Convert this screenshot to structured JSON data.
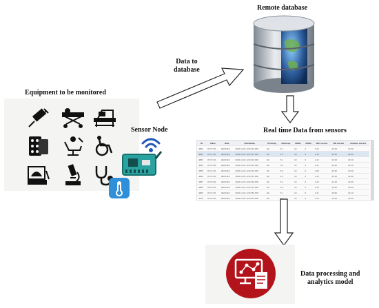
{
  "labels": {
    "equipment": "Equipment to be monitored",
    "sensor_node": "Sensor Node",
    "data_to_database": "Data to\ndatabase",
    "remote_database": "Remote database",
    "realtime": "Real time Data from sensors",
    "processing": "Data processing and\nanalytics model"
  },
  "equipment_icons": [
    "syringe-icon",
    "stretcher-icon",
    "hospital-bed-icon",
    "pill-pack-icon",
    "dental-chair-icon",
    "wheelchair-icon",
    "ultrasound-icon",
    "microscope-icon",
    "stethoscope-icon"
  ],
  "sensor_icons": [
    "wifi-icon",
    "circuit-board-icon",
    "thermometer-icon"
  ],
  "table": {
    "headers": [
      "ID",
      "Value",
      "Date",
      "TimeStamp",
      "ECGsmp",
      "EGGsmp",
      "EMGs",
      "ESRS",
      "RIC current",
      "PM current",
      "Ambient current"
    ],
    "rows": [
      [
        "4861",
        "33.77 NA",
        "2022/11/1",
        "2022-11-01 12:43:12.000",
        "NA",
        "5.1",
        "10",
        "3",
        "4.13",
        "41.00",
        "23.20"
      ],
      [
        "4862",
        "33.72 NA",
        "2022/11/1",
        "2022-11-01 12:43:17.000",
        "NA",
        "5.1",
        "10",
        "3",
        "4.10",
        "41.00",
        "23.20"
      ],
      [
        "4863",
        "33.74 NA",
        "2022/11/1",
        "2022-11-01 12:43:22.000",
        "NA",
        "5.1",
        "10",
        "3",
        "4.12",
        "41.00",
        "23.10"
      ],
      [
        "4864",
        "33.75 NA",
        "2022/11/1",
        "2022-11-01 12:43:27.000",
        "NA",
        "5.0",
        "10",
        "3",
        "4.11",
        "40.90",
        "23.10"
      ],
      [
        "4865",
        "33.71 NA",
        "2022/11/1",
        "2022-11-01 12:43:32.000",
        "NA",
        "5.0",
        "10",
        "3",
        "4.09",
        "40.90",
        "23.20"
      ],
      [
        "4866",
        "33.73 NA",
        "2022/11/1",
        "2022-11-01 12:43:37.000",
        "NA",
        "5.1",
        "10",
        "3",
        "4.13",
        "41.00",
        "23.30"
      ],
      [
        "4867",
        "33.70 NA",
        "2022/11/1",
        "2022-11-01 12:43:42.000",
        "NA",
        "5.1",
        "10",
        "3",
        "4.12",
        "41.10",
        "23.20"
      ],
      [
        "4868",
        "33.76 NA",
        "2022/11/1",
        "2022-11-01 12:43:47.000",
        "NA",
        "5.0",
        "10",
        "3",
        "4.10",
        "41.00",
        "23.20"
      ],
      [
        "4869",
        "33.74 NA",
        "2022/11/1",
        "2022-11-01 12:43:52.000",
        "NA",
        "5.1",
        "10",
        "3",
        "4.11",
        "40.90",
        "23.10"
      ],
      [
        "4870",
        "33.72 NA",
        "2022/11/1",
        "2022-11-01 12:43:57.000",
        "NA",
        "5.1",
        "10",
        "3",
        "4.13",
        "41.00",
        "23.20"
      ],
      [
        "4871",
        "33.75 NA",
        "2022/11/1",
        "2022-11-01 12:44:02.000",
        "NA",
        "5.0",
        "10",
        "3",
        "4.12",
        "41.00",
        "23.30"
      ],
      [
        "4872",
        "33.73 NA",
        "2022/11/1",
        "2022-11-01 12:44:07.000",
        "NA",
        "5.1",
        "10",
        "3",
        "4.10",
        "41.10",
        "23.20"
      ],
      [
        "4873",
        "33.71 NA",
        "2022/11/1",
        "2022-11-01 12:44:12.000",
        "NA",
        "5.1",
        "10",
        "3",
        "4.11",
        "41.00",
        "23.10"
      ]
    ]
  },
  "colors": {
    "arrow_fill": "#ffffff",
    "arrow_stroke": "#222222",
    "db_blue": "#2f5f9e",
    "db_silver": "#c7ccd3",
    "analytics_red": "#b3141b",
    "panel_bg": "#f4f4f2",
    "board_teal": "#2aa3a0",
    "thermo_blue": "#2f8fd8"
  }
}
